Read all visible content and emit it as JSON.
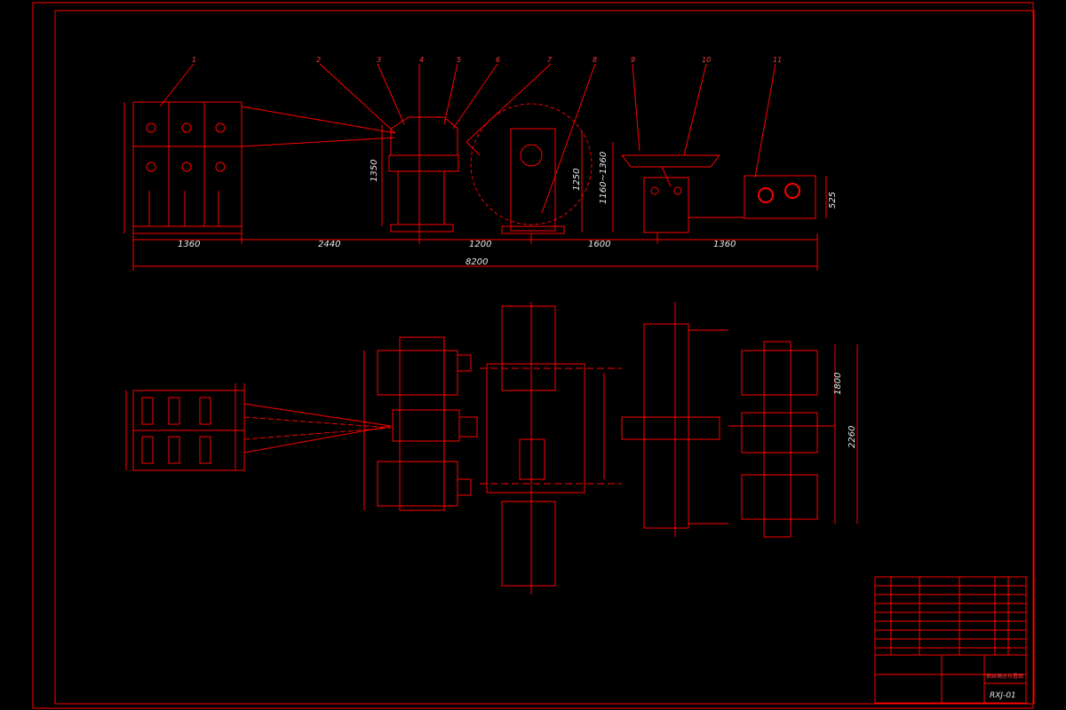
{
  "colors": {
    "background": "#000000",
    "lines": "#ff0000",
    "text": "#e8e8e8"
  },
  "drawing_code": "RXJ-01",
  "drawing_title": "钢丝绳总布置图",
  "top_view": {
    "dims": [
      "1360",
      "2440",
      "1200",
      "1600",
      "1360",
      "8200"
    ],
    "heights": [
      "1350",
      "1250",
      "1160~1360",
      "525"
    ],
    "balloons": [
      "1",
      "2",
      "3",
      "4",
      "5",
      "6",
      "7",
      "8",
      "9",
      "10",
      "11"
    ]
  },
  "bottom_view": {
    "dims": [
      "1800",
      "2260"
    ]
  }
}
